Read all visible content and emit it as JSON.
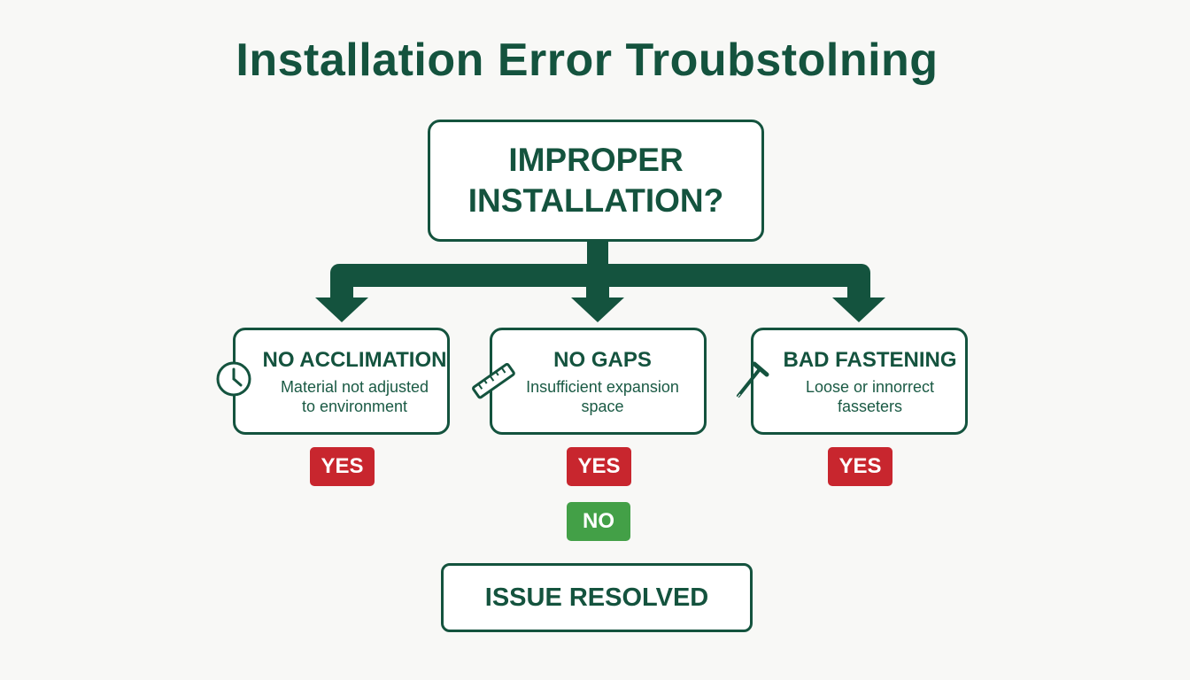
{
  "title": "Installation Error Troubstolning",
  "root": {
    "line1": "IMPROPER",
    "line2": "INSTALLATION?"
  },
  "branches": [
    {
      "icon": "clock-icon",
      "heading": "NO ACCLIMATION",
      "desc1": "Material not adjusted",
      "desc2": "to environment",
      "badge": "YES"
    },
    {
      "icon": "ruler-icon",
      "heading": "NO GAPS",
      "desc1": "Insufficient expansion",
      "desc2": "space",
      "badge": "YES",
      "badge2": "NO"
    },
    {
      "icon": "nail-icon",
      "heading": "BAD FASTENING",
      "desc1": "Loose or innorrect",
      "desc2": "fasseters",
      "badge": "YES"
    }
  ],
  "result": "ISSUE RESOLVED",
  "colors": {
    "primary": "#14533e",
    "yes": "#c8262e",
    "no": "#43a047",
    "background": "#f8f8f6"
  }
}
